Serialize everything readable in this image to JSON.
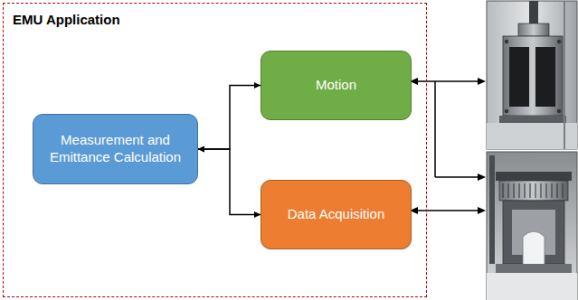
{
  "diagram": {
    "nodes": [
      {
        "text": [
          "EMU Application"
        ]
      },
      {
        "text": [
          "Measurement and Emittance Calculation"
        ],
        "in": 0
      },
      {
        "text": [
          "Motion"
        ],
        "in": 0
      },
      {
        "text": [
          "Data Acquisition"
        ],
        "in": 0
      }
    ],
    "edges": [
      {
        "from": 1,
        "to": 2,
        "arrow": "both"
      },
      {
        "from": 1,
        "to": 3,
        "arrow": "both"
      }
    ]
  }
}
